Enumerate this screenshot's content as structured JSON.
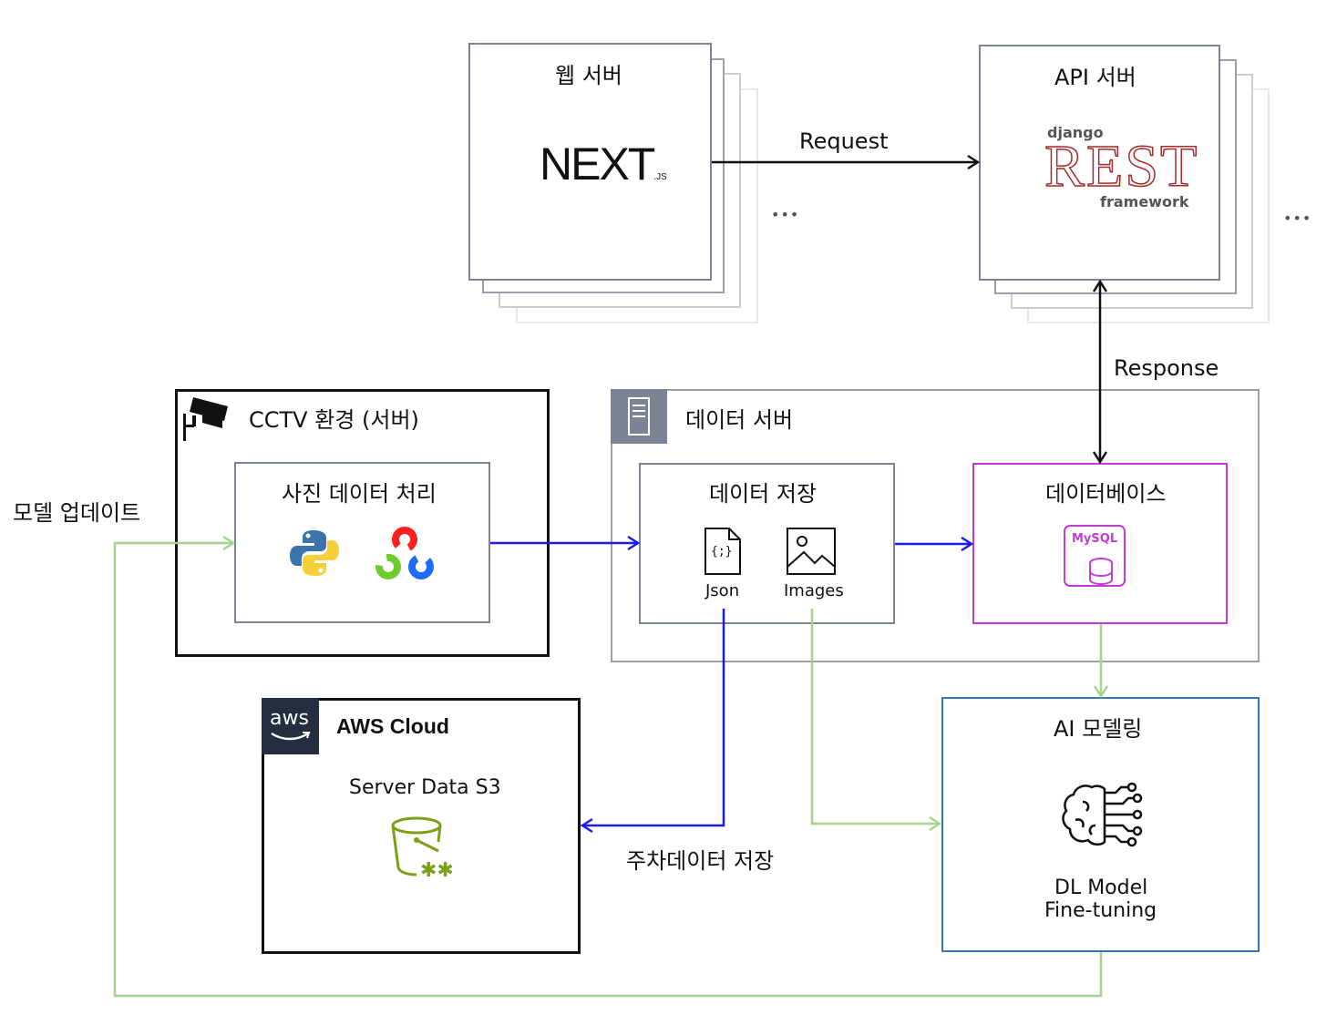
{
  "web_server": {
    "title": "웹 서버",
    "logo_text": "NEXT",
    "logo_sub": ".JS"
  },
  "api_server": {
    "title": "API 서버",
    "logo_top": "django",
    "logo_main": "REST",
    "logo_bottom": "framework"
  },
  "ellipsis": "•••",
  "edges": {
    "request": "Request",
    "response": "Response",
    "model_update": "모델 업데이트",
    "parking_store": "주차데이터 저장"
  },
  "cctv": {
    "title": "CCTV 환경 (서버)",
    "photo_proc": "사진 데이터 처리"
  },
  "data_server": {
    "title": "데이터 서버",
    "storage": {
      "title": "데이터 저장",
      "json": "Json",
      "images": "Images",
      "json_glyph": "{;}"
    },
    "database": {
      "title": "데이터베이스",
      "logo": "MySQL"
    }
  },
  "aws": {
    "badge": "aws",
    "title": "AWS Cloud",
    "service": "Server Data S3"
  },
  "ai": {
    "title": "AI 모델링",
    "line1": "DL Model",
    "line2": "Fine-tuning"
  },
  "colors": {
    "blue_flow": "#1b1bf2",
    "green_flow": "#a6d48f",
    "mysql": "#c23bd4",
    "ai_border": "#2f78b7",
    "gray_border": "#7a8494",
    "s3": "#7aa116"
  }
}
